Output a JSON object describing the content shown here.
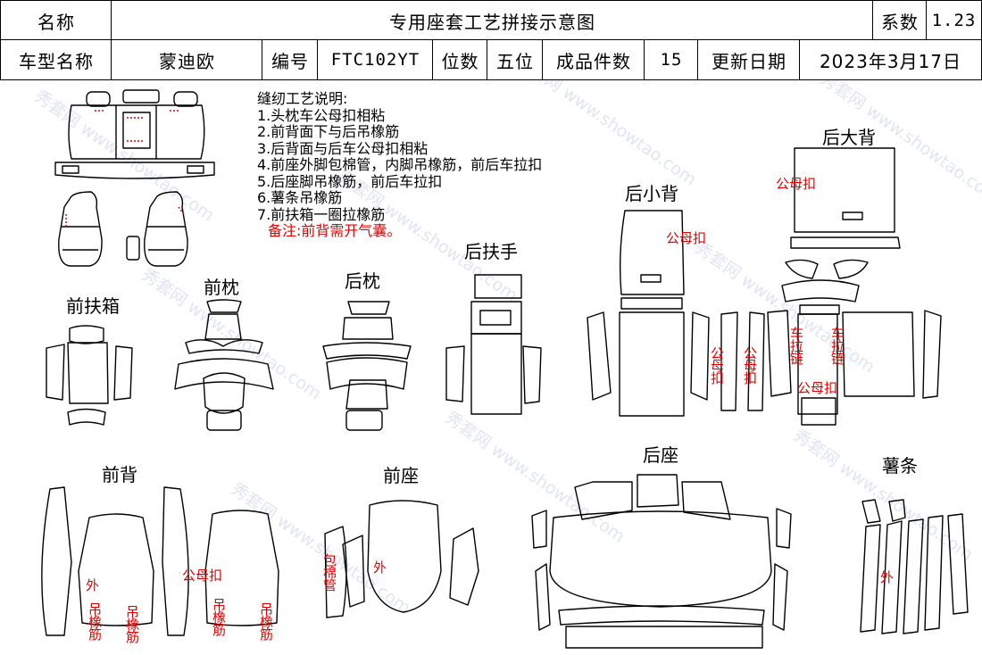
{
  "header": {
    "name_label": "名称",
    "title": "专用座套工艺拼接示意图",
    "coef_label": "系数",
    "coef_value": "1.23",
    "model_label": "车型名称",
    "model_value": "蒙迪欧",
    "code_label": "编号",
    "code_value": "FTC102YT",
    "seats_label": "位数",
    "seats_value": "五位",
    "pieces_label": "成品件数",
    "pieces_value": "15",
    "date_label": "更新日期",
    "date_value": "2023年3月17日"
  },
  "notes": {
    "heading": "缝纫工艺说明:",
    "lines": [
      "1.头枕车公母扣相粘",
      "2.前背面下与后吊橡筋",
      "3.后背面与后车公母扣相粘",
      "4.前座外脚包棉管，内脚吊橡筋，前后车拉扣",
      "5.后座脚吊橡筋，前后车拉扣",
      "6.薯条吊橡筋",
      "7.前扶箱一圈拉橡筋"
    ],
    "remark": "备注:前背需开气囊。"
  },
  "sections": {
    "front_armrest": "前扶箱",
    "front_headrest": "前枕",
    "rear_headrest": "后枕",
    "rear_armrest": "后扶手",
    "rear_small_back": "后小背",
    "rear_big_back": "后大背",
    "front_back": "前背",
    "front_seat": "前座",
    "rear_seat": "后座",
    "strips": "薯条"
  },
  "annotations": {
    "snap": "公母扣",
    "snap_v": "公母扣",
    "zip_v": "车拉链",
    "outer": "外",
    "elastic_v": "吊橡筋",
    "cotton_v": "包棉管"
  },
  "watermark": "秀套网 www.showtao.com",
  "colors": {
    "accent": "#e00000",
    "outline": "#000000",
    "watermark": "#c9cfe9"
  }
}
